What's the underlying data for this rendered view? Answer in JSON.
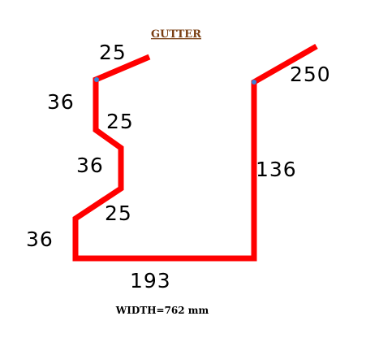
{
  "diagram": {
    "title": "GUTTER",
    "width_text": "WIDTH=762 mm",
    "dimensions": {
      "left_top_flange": "25",
      "left_upper_riser": "36",
      "left_upper_step": "25",
      "left_middle_riser": "36",
      "left_lower_step": "25",
      "left_lower_riser": "36",
      "base": "193",
      "right_riser": "136",
      "right_top_flange": "250"
    },
    "colors": {
      "profile": "#ff0000",
      "title": "#7a3e12",
      "dimension_text": "#000000",
      "corner_dot": "#3a7fd5"
    }
  }
}
